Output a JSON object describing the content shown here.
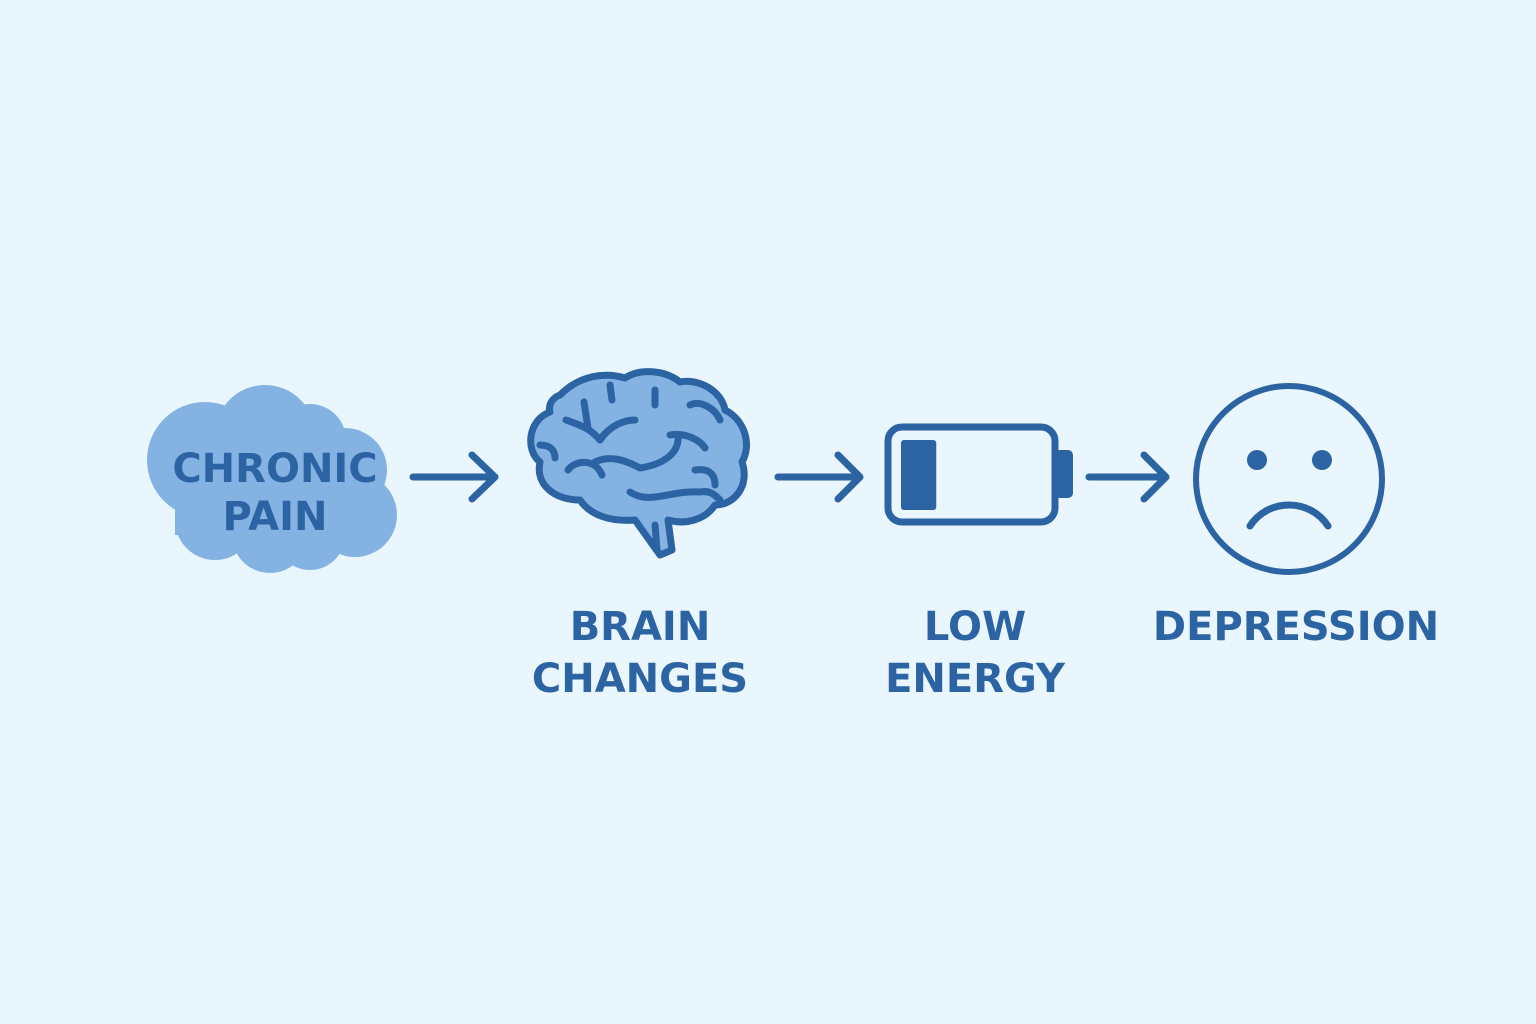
{
  "colors": {
    "background": "#e9f6fd",
    "primary": "#2b63a3",
    "light_fill": "#84b3e3",
    "battery_inner": "#e9f6fd"
  },
  "steps": [
    {
      "line1": "CHRONIC",
      "line2": "PAIN",
      "icon": "cloud-icon"
    },
    {
      "line1": "BRAIN",
      "line2": "CHANGES",
      "icon": "brain-icon"
    },
    {
      "line1": "LOW",
      "line2": "ENERGY",
      "icon": "battery-icon"
    },
    {
      "line1": "DEPRESSION",
      "icon": "sad-face-icon"
    }
  ],
  "battery_level": 0.25
}
